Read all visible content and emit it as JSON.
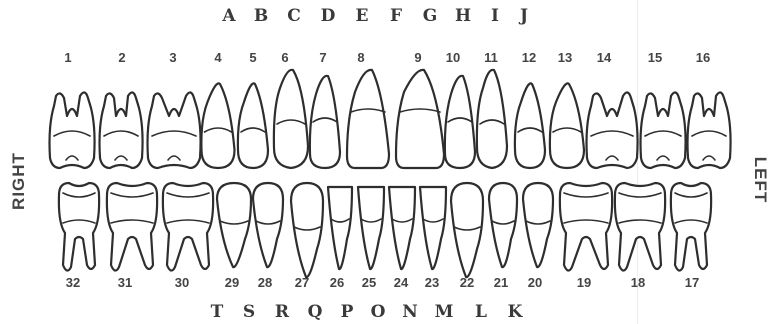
{
  "side_labels": {
    "right": "RIGHT",
    "left": "LEFT"
  },
  "upper_letters": [
    "A",
    "B",
    "C",
    "D",
    "E",
    "F",
    "G",
    "H",
    "I",
    "J"
  ],
  "lower_letters": [
    "T",
    "S",
    "R",
    "Q",
    "P",
    "O",
    "N",
    "M",
    "L",
    "K"
  ],
  "upper_numbers": [
    "1",
    "2",
    "3",
    "4",
    "5",
    "6",
    "7",
    "8",
    "9",
    "10",
    "11",
    "12",
    "13",
    "14",
    "15",
    "16"
  ],
  "lower_numbers": [
    "32",
    "31",
    "30",
    "29",
    "28",
    "27",
    "26",
    "25",
    "24",
    "23",
    "22",
    "21",
    "20",
    "19",
    "18",
    "17"
  ],
  "upper_teeth_types": [
    "molar",
    "molar",
    "molar",
    "premolar",
    "premolar",
    "canine",
    "lateral",
    "central",
    "central",
    "lateral",
    "canine",
    "premolar",
    "premolar",
    "molar",
    "molar",
    "molar"
  ],
  "lower_teeth_types": [
    "molar",
    "molar",
    "molar",
    "premolar",
    "premolar",
    "canine",
    "incisor",
    "incisor",
    "incisor",
    "incisor",
    "canine",
    "premolar",
    "premolar",
    "molar",
    "molar",
    "molar"
  ]
}
